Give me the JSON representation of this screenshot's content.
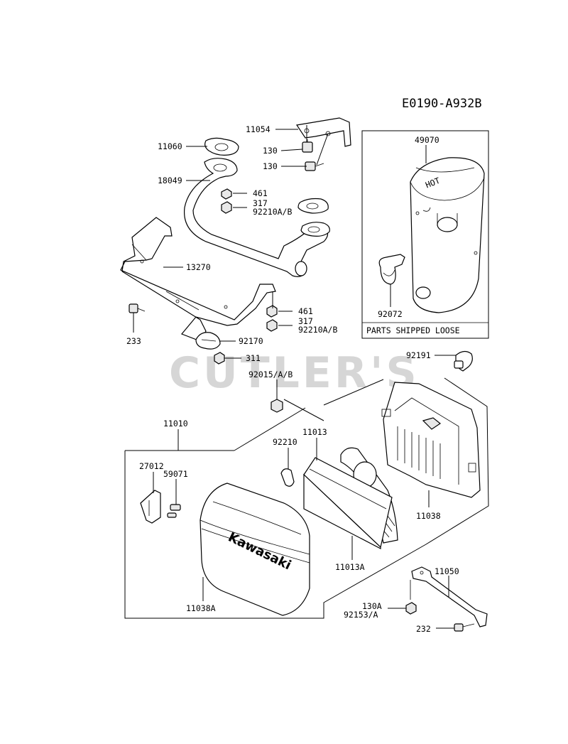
{
  "diagram_code": "E0190-A932B",
  "watermark": "CUTLER'S",
  "loose_box_caption": "PARTS SHIPPED LOOSE",
  "callouts": {
    "p11054": "11054",
    "p11060": "11060",
    "p130a": "130",
    "p130b": "130",
    "p18049": "18049",
    "p461a": "461",
    "p317a": "317",
    "p92210ab_a": "92210A/B",
    "p13270": "13270",
    "p461b": "461",
    "p317b": "317",
    "p92210ab_b": "92210A/B",
    "p233": "233",
    "p92170": "92170",
    "p311": "311",
    "p49070": "49070",
    "p92072": "92072",
    "p92191": "92191",
    "p92015": "92015/A/B",
    "p11010": "11010",
    "p11013": "11013",
    "p92210": "92210",
    "p27012": "27012",
    "p59071": "59071",
    "p11038": "11038",
    "p11013a": "11013A",
    "p11038a": "11038A",
    "p11050": "11050",
    "p130A": "130A",
    "p92153": "92153/A",
    "p232": "232"
  },
  "decals": {
    "hot": "HOT",
    "brand": "Kawasaki"
  }
}
